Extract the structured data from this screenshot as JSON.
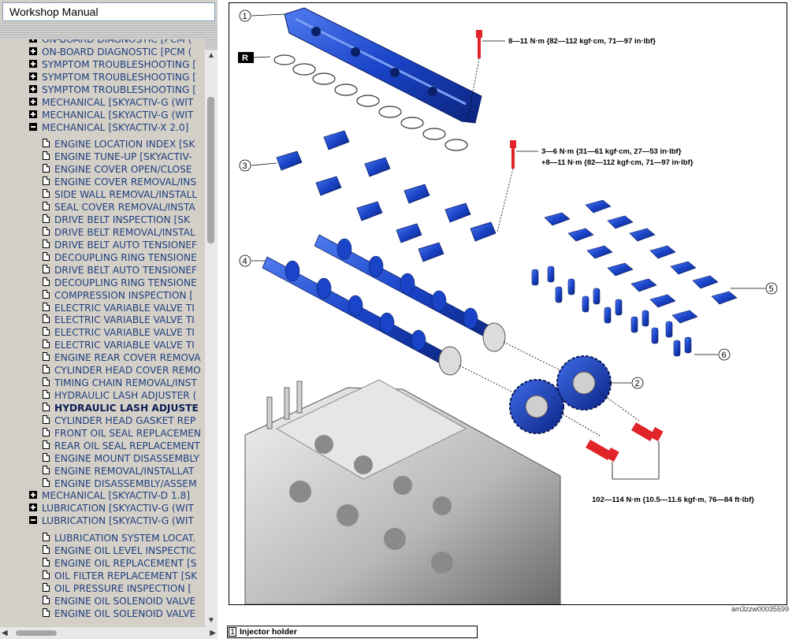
{
  "window": {
    "title": "Workshop Manual"
  },
  "nav": {
    "tree": [
      {
        "label": "ON-BOARD DIAGNOSTIC [PCM (",
        "kind": "plus",
        "indent": 0
      },
      {
        "label": "ON-BOARD DIAGNOSTIC [PCM (",
        "kind": "plus",
        "indent": 0
      },
      {
        "label": "SYMPTOM TROUBLESHOOTING [",
        "kind": "plus",
        "indent": 0
      },
      {
        "label": "SYMPTOM TROUBLESHOOTING [",
        "kind": "plus",
        "indent": 0
      },
      {
        "label": "SYMPTOM TROUBLESHOOTING [",
        "kind": "plus",
        "indent": 0
      },
      {
        "label": "MECHANICAL [SKYACTIV-G (WIT",
        "kind": "plus",
        "indent": 0
      },
      {
        "label": "MECHANICAL [SKYACTIV-G (WIT",
        "kind": "plus",
        "indent": 0
      },
      {
        "label": "MECHANICAL [SKYACTIV-X 2.0]",
        "kind": "minus",
        "indent": 0
      },
      {
        "label": "ENGINE LOCATION INDEX [SK",
        "kind": "doc",
        "indent": 1
      },
      {
        "label": "ENGINE TUNE-UP [SKYACTIV-",
        "kind": "doc",
        "indent": 1
      },
      {
        "label": "ENGINE COVER OPEN/CLOSE",
        "kind": "doc",
        "indent": 1
      },
      {
        "label": "ENGINE COVER REMOVAL/INS",
        "kind": "doc",
        "indent": 1
      },
      {
        "label": "SIDE WALL REMOVAL/INSTALL",
        "kind": "doc",
        "indent": 1
      },
      {
        "label": "SEAL COVER REMOVAL/INSTA",
        "kind": "doc",
        "indent": 1
      },
      {
        "label": "DRIVE BELT INSPECTION [SK",
        "kind": "doc",
        "indent": 1
      },
      {
        "label": "DRIVE BELT REMOVAL/INSTAL",
        "kind": "doc",
        "indent": 1
      },
      {
        "label": "DRIVE BELT AUTO TENSIONEF",
        "kind": "doc",
        "indent": 1
      },
      {
        "label": "DECOUPLING RING TENSIONE",
        "kind": "doc",
        "indent": 1
      },
      {
        "label": "DRIVE BELT AUTO TENSIONEF",
        "kind": "doc",
        "indent": 1
      },
      {
        "label": "DECOUPLING RING TENSIONE",
        "kind": "doc",
        "indent": 1
      },
      {
        "label": "COMPRESSION INSPECTION [",
        "kind": "doc",
        "indent": 1
      },
      {
        "label": "ELECTRIC VARIABLE VALVE TI",
        "kind": "doc",
        "indent": 1
      },
      {
        "label": "ELECTRIC VARIABLE VALVE TI",
        "kind": "doc",
        "indent": 1
      },
      {
        "label": "ELECTRIC VARIABLE VALVE TI",
        "kind": "doc",
        "indent": 1
      },
      {
        "label": "ELECTRIC VARIABLE VALVE TI",
        "kind": "doc",
        "indent": 1
      },
      {
        "label": "ENGINE REAR COVER REMOVA",
        "kind": "doc",
        "indent": 1
      },
      {
        "label": "CYLINDER HEAD COVER REMO",
        "kind": "doc",
        "indent": 1
      },
      {
        "label": "TIMING CHAIN REMOVAL/INST",
        "kind": "doc",
        "indent": 1
      },
      {
        "label": "HYDRAULIC LASH ADJUSTER (",
        "kind": "doc",
        "indent": 1
      },
      {
        "label": "HYDRAULIC LASH ADJUSTE",
        "kind": "doc",
        "indent": 1,
        "bold": true
      },
      {
        "label": "CYLINDER HEAD GASKET REP",
        "kind": "doc",
        "indent": 1
      },
      {
        "label": "FRONT OIL SEAL REPLACEMEN",
        "kind": "doc",
        "indent": 1
      },
      {
        "label": "REAR OIL SEAL REPLACEMENT",
        "kind": "doc",
        "indent": 1
      },
      {
        "label": "ENGINE MOUNT DISASSEMBLY",
        "kind": "doc",
        "indent": 1
      },
      {
        "label": "ENGINE REMOVAL/INSTALLAT",
        "kind": "doc",
        "indent": 1
      },
      {
        "label": "ENGINE DISASSEMBLY/ASSEM",
        "kind": "doc",
        "indent": 1
      },
      {
        "label": "MECHANICAL [SKYACTIV-D 1.8]",
        "kind": "plus",
        "indent": 0
      },
      {
        "label": "LUBRICATION [SKYACTIV-G (WIT",
        "kind": "plus",
        "indent": 0
      },
      {
        "label": "LUBRICATION [SKYACTIV-G (WIT",
        "kind": "minus",
        "indent": 0
      },
      {
        "label": "LUBRICATION SYSTEM LOCAT.",
        "kind": "doc",
        "indent": 1
      },
      {
        "label": "ENGINE OIL LEVEL INSPECTIC",
        "kind": "doc",
        "indent": 1
      },
      {
        "label": "ENGINE OIL REPLACEMENT [S",
        "kind": "doc",
        "indent": 1
      },
      {
        "label": "OIL FILTER REPLACEMENT [SK",
        "kind": "doc",
        "indent": 1
      },
      {
        "label": "OIL PRESSURE INSPECTION [",
        "kind": "doc",
        "indent": 1
      },
      {
        "label": "ENGINE OIL SOLENOID VALVE",
        "kind": "doc",
        "indent": 1
      },
      {
        "label": "ENGINE OIL SOLENOID VALVE",
        "kind": "doc",
        "indent": 1
      }
    ]
  },
  "diagram": {
    "callouts": {
      "c1": "1",
      "c2": "2",
      "c3": "3",
      "c4": "4",
      "c5": "5",
      "c6": "6",
      "r": "R"
    },
    "torque": {
      "t1": "8—11 N·m {82—112 kgf·cm, 71—97 in·lbf}",
      "t2a": "3—6 N·m {31—61 kgf·cm, 27—53 in·lbf}",
      "t2b": "+8—11 N·m {82—112 kgf·cm, 71—97 in·lbf}",
      "t3": "102—114 N·m {10.5—11.6 kgf·m, 76—84 ft·lbf}"
    },
    "figure_id": "am3zzw00035599"
  },
  "legend": {
    "rows": [
      {
        "num": "1",
        "label": "Injector holder"
      }
    ]
  },
  "colors": {
    "part_blue": "#1a44c8",
    "bolt_red": "#e0242a",
    "nav_bg": "#d4d0c8",
    "nav_text": "#1f3f7e"
  }
}
